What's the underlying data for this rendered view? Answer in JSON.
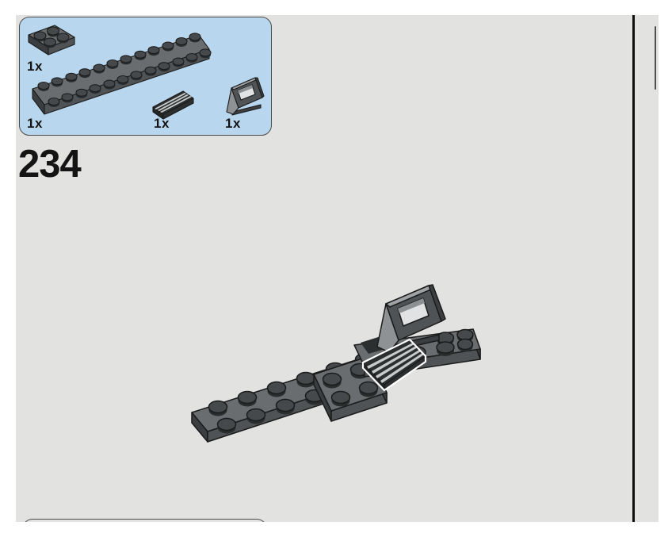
{
  "page": {
    "step_number": "234",
    "callout": {
      "parts": [
        {
          "icon": "plate-2x2-icon",
          "count": "1x"
        },
        {
          "icon": "plate-2x12-icon",
          "count": "1x"
        },
        {
          "icon": "grille-tile-1x2-icon",
          "count": "1x"
        },
        {
          "icon": "tile-1x2-with-handle-icon",
          "count": "1x"
        }
      ]
    },
    "illustration": {
      "description": "isometric-build-with-highlighted-grille-tile"
    }
  },
  "theme": {
    "canvas": "#ffffff",
    "page": "#e2e3e1",
    "blue": "#b8d7ee",
    "boxborder": "#4a4a4a",
    "ink": "#141414",
    "top": "#6a6d6f",
    "front": "#505356",
    "side": "#3b3e40",
    "stud": "#46494b",
    "studside": "#2a2d2e",
    "outline": "#1b1b1b",
    "light": "#8f9295",
    "strip": "#a0a3a5",
    "dark": "#2c2f30",
    "dark2": "#222526",
    "stripe": "#c8cacb",
    "hole": "#e0e2e3",
    "holeshadow": "#8d9092",
    "highlight": "#ffffff",
    "divider": "#101010",
    "scroll": "#4f4f4f"
  }
}
